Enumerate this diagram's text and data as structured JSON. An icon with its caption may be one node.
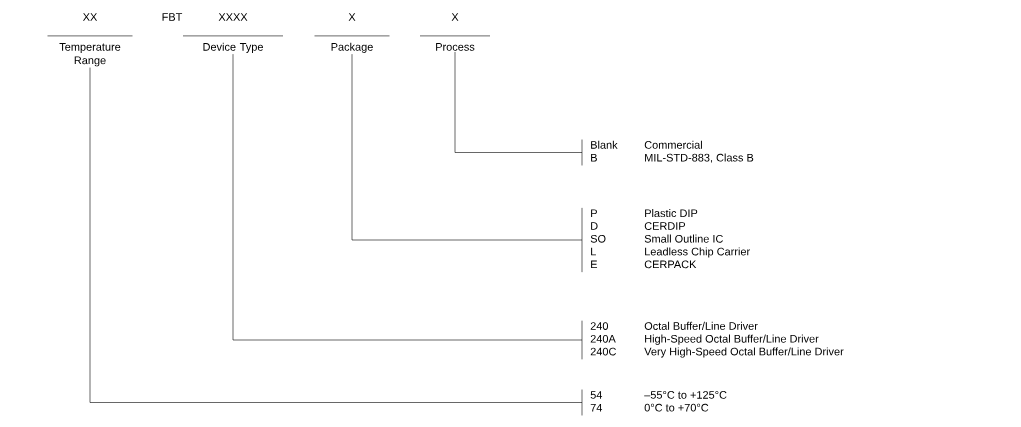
{
  "diagram": {
    "nodes": [
      {
        "text": [
          "XX",
          "Temperature Range"
        ]
      },
      {
        "text": [
          "XXXX",
          "Device Type"
        ]
      },
      {
        "text": [
          "X",
          "Package"
        ]
      },
      {
        "text": [
          "X",
          "Process"
        ]
      },
      {
        "text": [
          "Blank",
          "Commercial",
          "B",
          "MIL-STD-883, Class B"
        ]
      },
      {
        "text": [
          "P",
          "Plastic DIP",
          "D",
          "CERDIP",
          "SO",
          "Small Outline IC",
          "L",
          "Leadless Chip Carrier",
          "E",
          "CERPACK"
        ]
      },
      {
        "text": [
          "240",
          "Octal Buffer/Line Driver",
          "240A",
          "High-Speed Octal Buffer/Line Driver",
          "240C",
          "Very High-Speed Octal Buffer/Line Driver"
        ]
      },
      {
        "text": [
          "54",
          "–55°C to +125°C",
          "74",
          "0°C to +70°C"
        ]
      }
    ],
    "edges": [
      {
        "from": 3,
        "to": 4,
        "arrow": "none"
      },
      {
        "from": 2,
        "to": 5,
        "arrow": "none"
      },
      {
        "from": 1,
        "to": 6,
        "arrow": "none"
      },
      {
        "from": 0,
        "to": 7,
        "arrow": "none"
      }
    ],
    "labels": [
      "FBT"
    ]
  }
}
